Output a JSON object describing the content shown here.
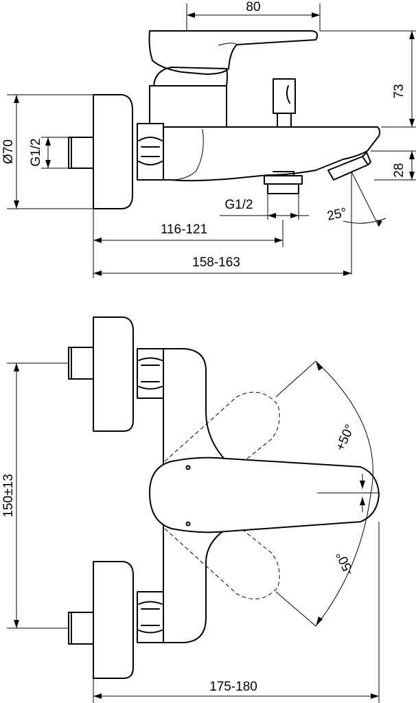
{
  "drawing": {
    "type": "technical-drawing",
    "views": [
      "side-view",
      "front-view"
    ]
  },
  "dimensions": {
    "top_width": "80",
    "handle_height": "73",
    "spout_height": "28",
    "rosette_diameter": "Ø70",
    "inlet_thread": "G1/2",
    "outlet_thread": "G1/2",
    "spout_angle": "25°",
    "spout_reach_inner": "116-121",
    "spout_reach_outer": "158-163",
    "centre_distance": "150±13",
    "handle_plus": "+50°",
    "handle_minus": "-50°",
    "overall_width": "175-180"
  }
}
